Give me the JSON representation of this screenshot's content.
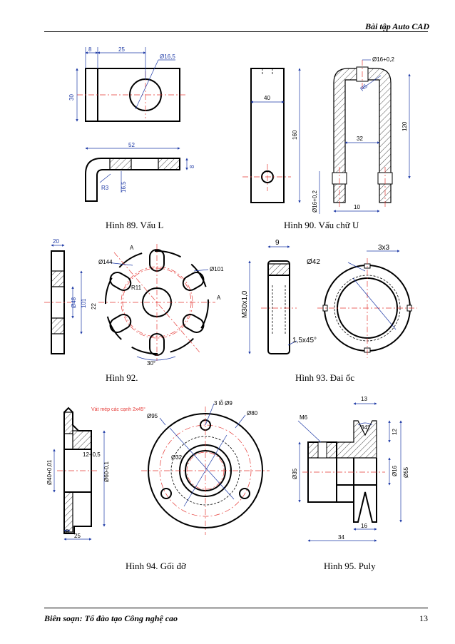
{
  "header": {
    "title": "Bài tập Auto CAD"
  },
  "footer": {
    "author": "Biên soạn: Tổ đào tạo Công nghệ cao",
    "page": "13"
  },
  "captions": {
    "fig89": "Hình 89. Vấu L",
    "fig90": "Hình 90. Vấu chữ U",
    "fig92": "Hình 92.",
    "fig93": "Hình 93. Đai ốc",
    "fig94": "Hình 94. Gối đỡ",
    "fig95": "Hình 95. Puly"
  },
  "dims": {
    "f89": [
      "8",
      "25",
      "Ø16,5",
      "30",
      "52",
      "R3",
      "16,5",
      "8"
    ],
    "f90": [
      "Ø16+0,2",
      "R5",
      "40",
      "160",
      "32",
      "120",
      "Ø16+0,2",
      "10"
    ],
    "f92": [
      "20",
      "A",
      "Ø144",
      "Ø101",
      "R11",
      "22",
      "Ø48",
      "101",
      "A",
      "30°"
    ],
    "f93": [
      "9",
      "3x3",
      "M30x1,0",
      "Ø42",
      "1,5x45°"
    ],
    "f94": [
      "Vát mép các cạnh 2x45°",
      "3 lỗ Ø9",
      "Ø95",
      "Ø80",
      "Ø32",
      "12+0,5",
      "Ø60-0,1",
      "Ø40+0,01",
      "8",
      "25"
    ],
    "f95": [
      "13",
      "M6",
      "34°",
      "12",
      "Ø35",
      "Ø16",
      "Ø55",
      "16",
      "34"
    ]
  }
}
